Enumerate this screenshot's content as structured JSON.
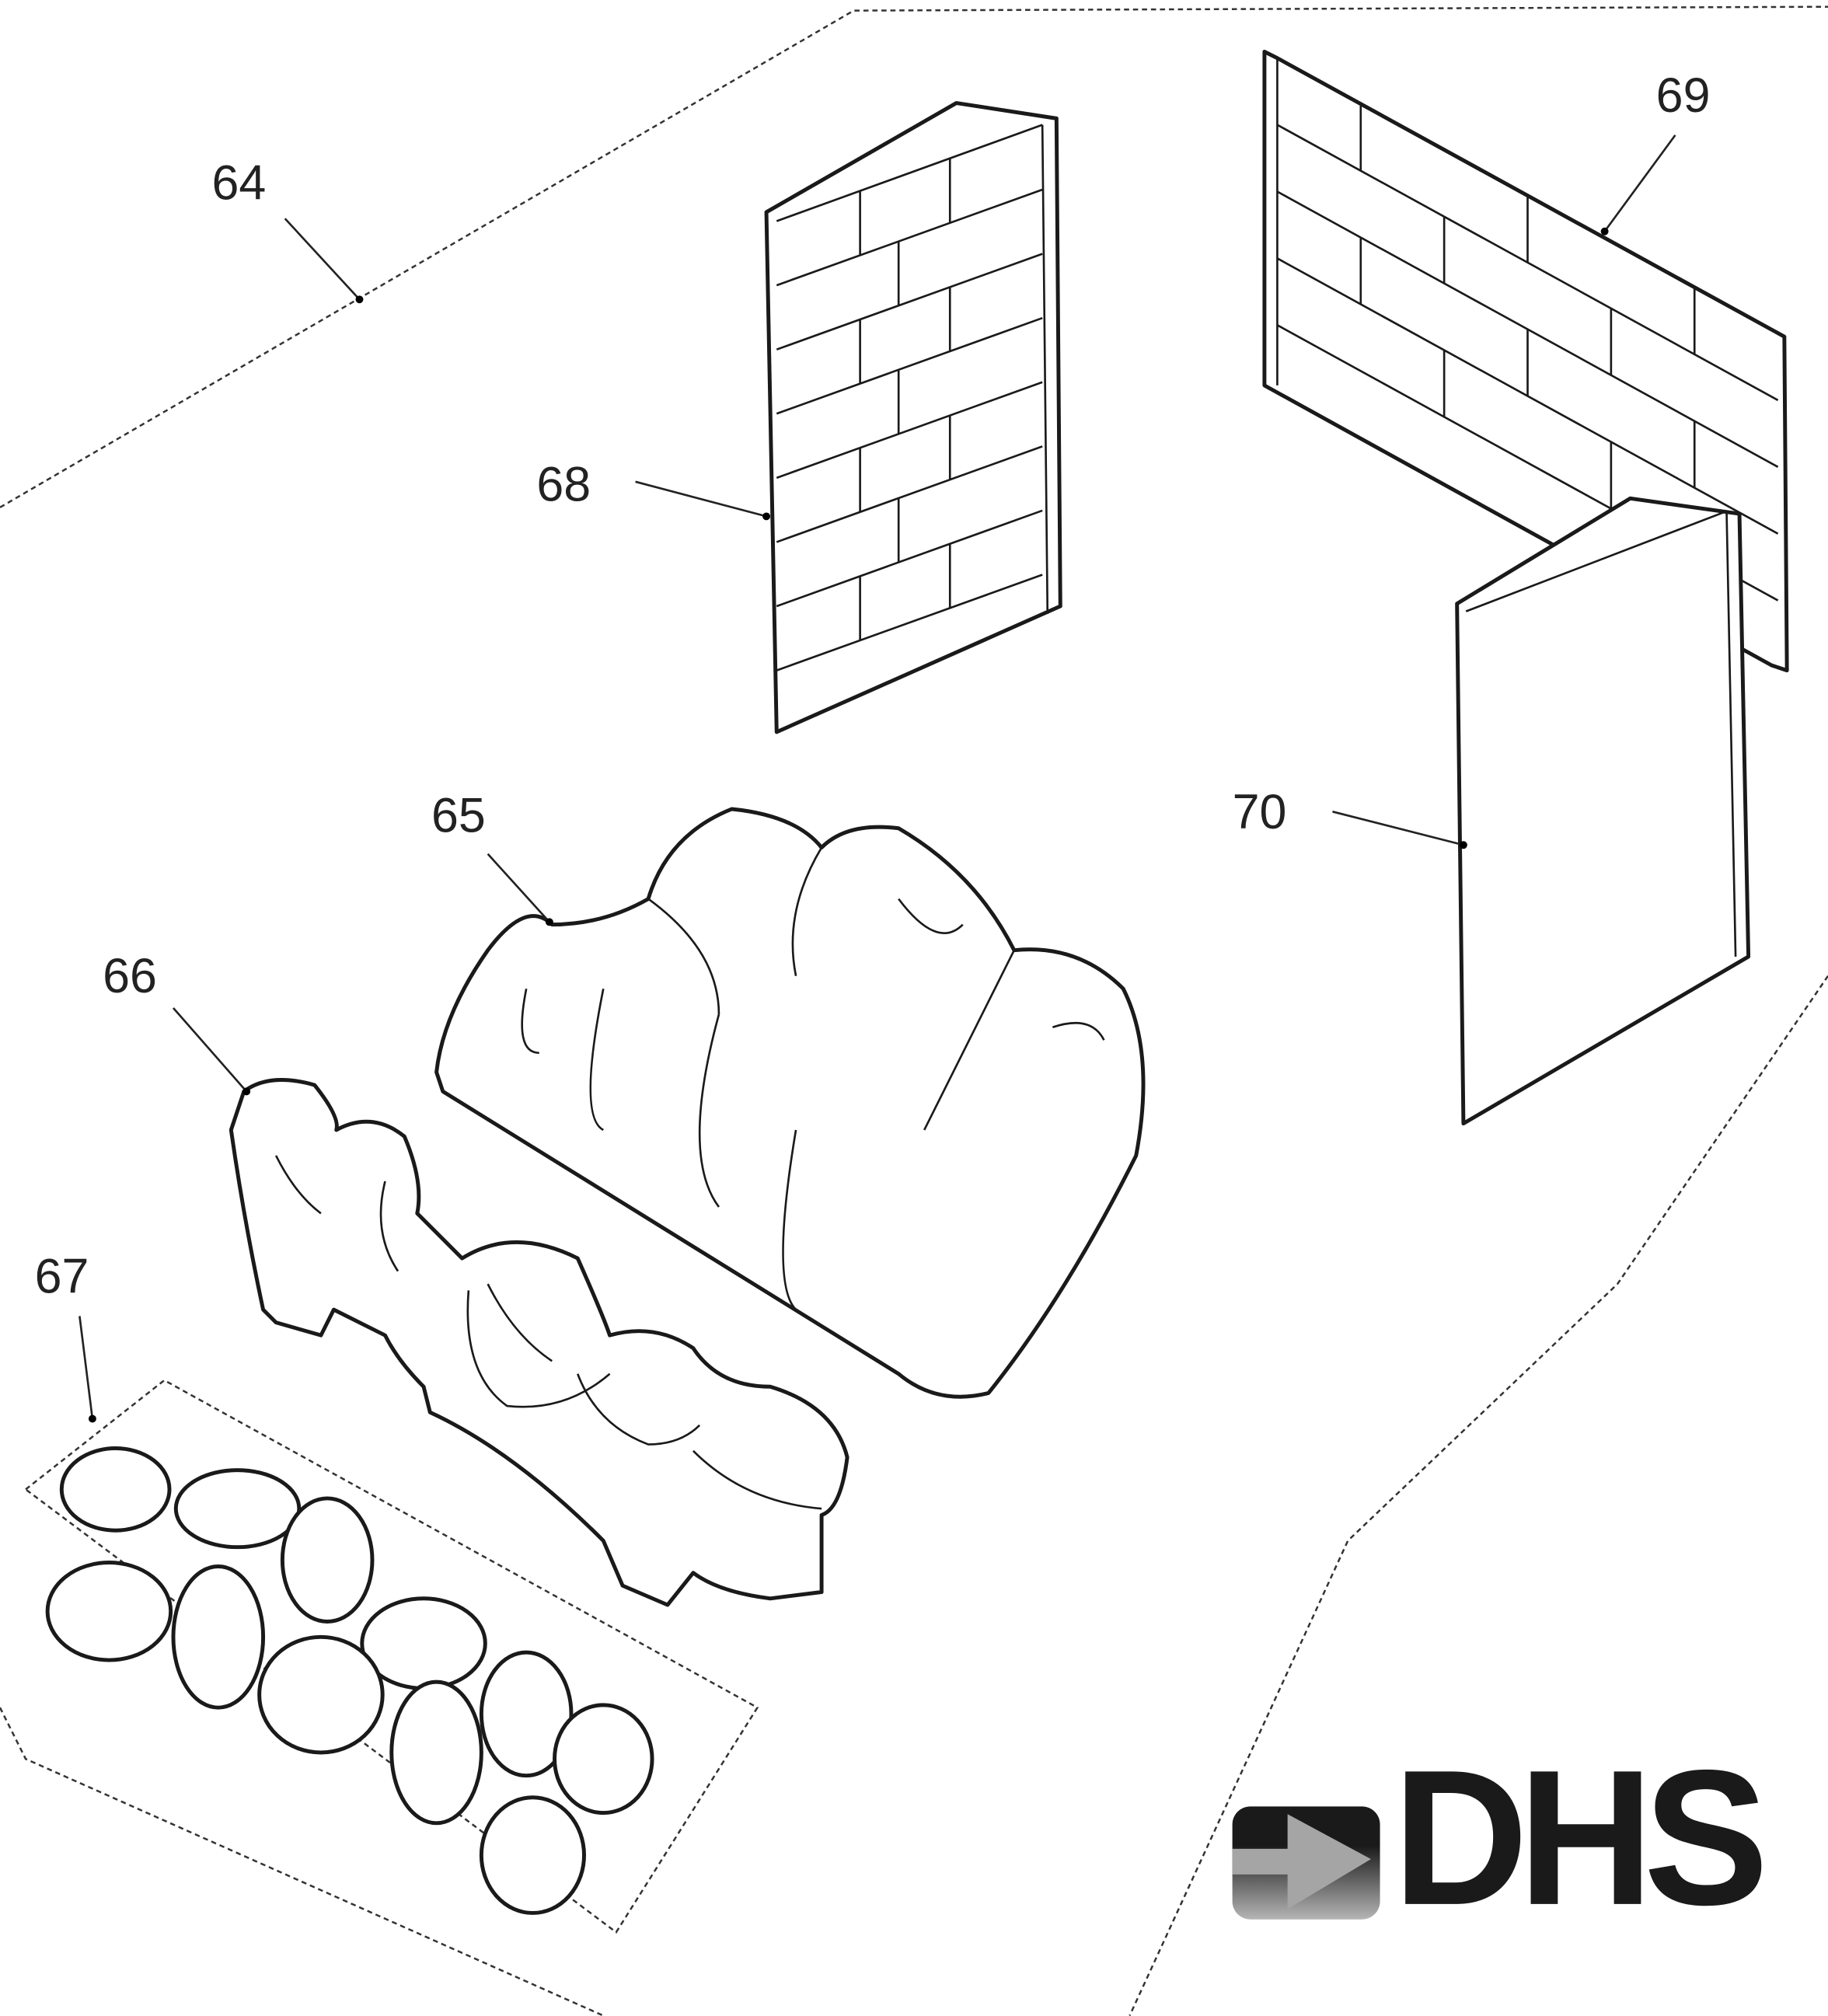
{
  "diagram": {
    "parts": [
      {
        "id": "64",
        "label": "64",
        "part": "base"
      },
      {
        "id": "65",
        "label": "65",
        "part": "rear-log"
      },
      {
        "id": "66",
        "label": "66",
        "part": "front-log"
      },
      {
        "id": "67",
        "label": "67",
        "part": "embers"
      },
      {
        "id": "68",
        "label": "68",
        "part": "side-brick-panel"
      },
      {
        "id": "69",
        "label": "69",
        "part": "rear-brick-panel"
      },
      {
        "id": "70",
        "label": "70",
        "part": "side-plain-panel"
      }
    ]
  },
  "logo": {
    "text": "DHS",
    "colors": {
      "dark": "#1a1a1a",
      "arrow": "#a0a0a0"
    }
  }
}
